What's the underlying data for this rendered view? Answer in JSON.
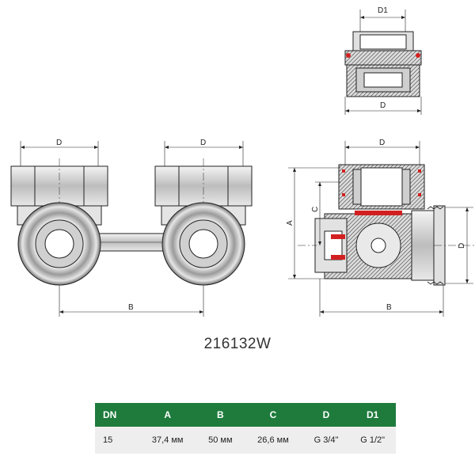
{
  "drawing": {
    "top_labels": {
      "d1": "D1",
      "d": "D"
    },
    "front_labels": {
      "d_left": "D",
      "d_right": "D",
      "b": "B"
    },
    "side_labels": {
      "d_top": "D",
      "a": "A",
      "c": "C",
      "d_right": "D",
      "b": "B"
    },
    "colors": {
      "line": "#222222",
      "metal": "#d9d9d9",
      "dark": "#8a8a8a",
      "red": "#d22020"
    }
  },
  "model": "216132W",
  "table": {
    "header_color": "#1e7b3c",
    "row_color": "#eeeeee",
    "columns": [
      "DN",
      "A",
      "B",
      "C",
      "D",
      "D1"
    ],
    "rows": [
      [
        "15",
        "37,4 мм",
        "50 мм",
        "26,6 мм",
        "G 3/4\"",
        "G 1/2\""
      ]
    ]
  }
}
